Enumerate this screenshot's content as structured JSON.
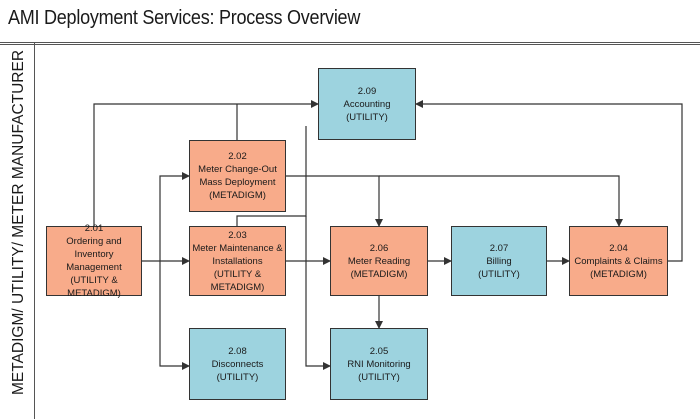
{
  "title": "AMI Deployment Services: Process Overview",
  "side_label": "METADIGM/ UTILITY/ METER MANUFACTURER",
  "colors": {
    "utility_box": "#9dd3df",
    "metadigm_box": "#f8ab8a",
    "line": "#333333"
  },
  "boxes": {
    "b209": {
      "lines": [
        "2.09",
        "Accounting",
        "(UTILITY)"
      ]
    },
    "b202": {
      "lines": [
        "2.02",
        "Meter Change-Out",
        "Mass Deployment",
        "(METADIGM)"
      ]
    },
    "b201": {
      "lines": [
        "2.01",
        "Ordering and Inventory",
        "Management",
        "(UTILITY & METADIGM)"
      ]
    },
    "b203": {
      "lines": [
        "2.03",
        "Meter Maintenance &",
        "Installations",
        "(UTILITY & METADIGM)"
      ]
    },
    "b206": {
      "lines": [
        "2.06",
        "Meter Reading",
        "(METADIGM)"
      ]
    },
    "b207": {
      "lines": [
        "2.07",
        "Billing",
        "(UTILITY)"
      ]
    },
    "b204": {
      "lines": [
        "2.04",
        "Complaints & Claims",
        "(METADIGM)"
      ]
    },
    "b208": {
      "lines": [
        "2.08",
        "Disconnects",
        "(UTILITY)"
      ]
    },
    "b205": {
      "lines": [
        "2.05",
        "RNI Monitoring",
        "(UTILITY)"
      ]
    }
  }
}
